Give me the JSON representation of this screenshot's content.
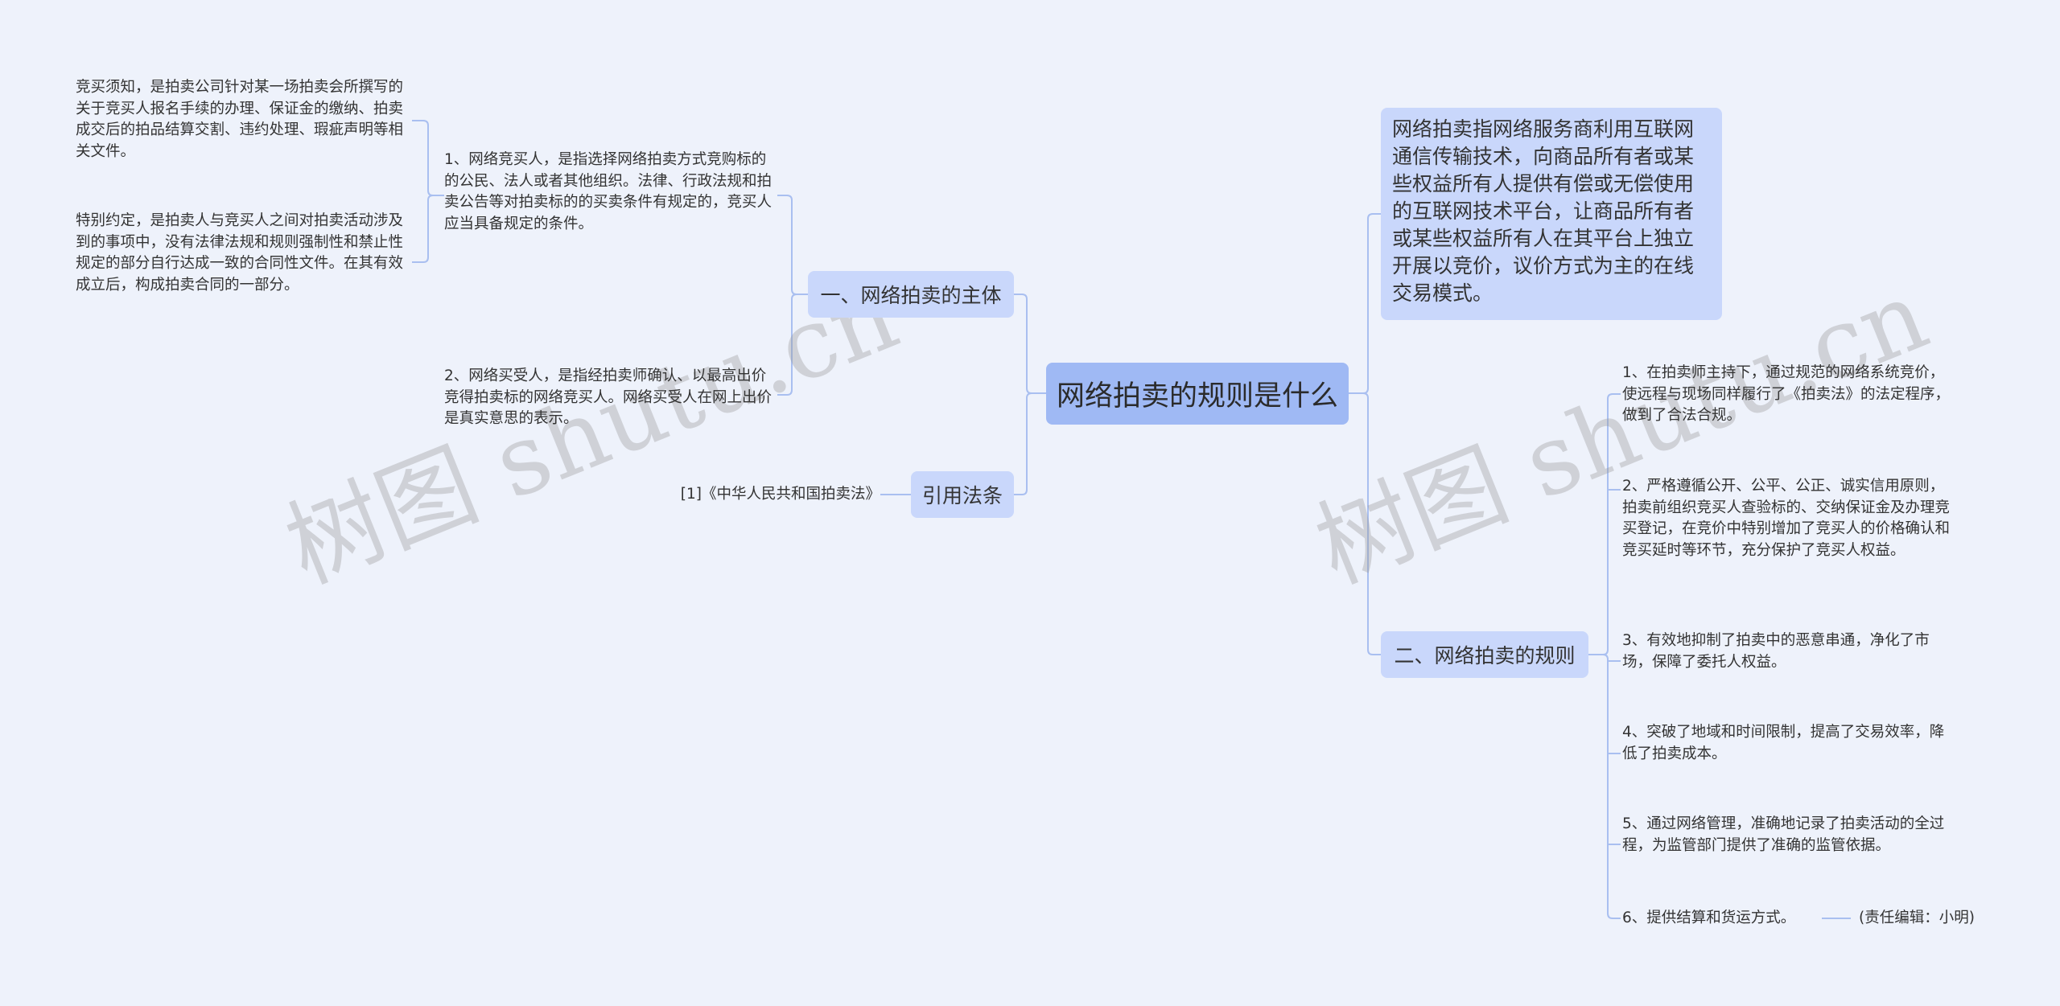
{
  "central": "网络拍卖的规则是什么",
  "branches": {
    "subject": "一、网络拍卖的主体",
    "law": "引用法条",
    "rules": "二、网络拍卖的规则"
  },
  "definition": "网络拍卖指网络服务商利用互联网通信传输技术，向商品所有者或某些权益所有人提供有偿或无偿使用的互联网技术平台，让商品所有者或某些权益所有人在其平台上独立开展以竞价，议价方式为主的在线交易模式。",
  "subject_items": {
    "bidder": "1、网络竞买人，是指选择网络拍卖方式竞购标的的公民、法人或者其他组织。法律、行政法规和拍卖公告等对拍卖标的的买卖条件有规定的，竞买人应当具备规定的条件。",
    "buyer": "2、网络买受人，是指经拍卖师确认、以最高出价竞得拍卖标的网络竞买人。网络买受人在网上出价是真实意思的表示。"
  },
  "bidder_details": {
    "notice": "竞买须知，是拍卖公司针对某一场拍卖会所撰写的关于竞买人报名手续的办理、保证金的缴纳、拍卖成交后的拍品结算交割、违约处理、瑕疵声明等相关文件。",
    "agreement": "特别约定，是拍卖人与竞买人之间对拍卖活动涉及到的事项中，没有法律法规和规则强制性和禁止性规定的部分自行达成一致的合同性文件。在其有效成立后，构成拍卖合同的一部分。"
  },
  "law_item": "[1]《中华人民共和国拍卖法》",
  "rules_items": [
    "1、在拍卖师主持下，通过规范的网络系统竞价，使远程与现场同样履行了《拍卖法》的法定程序，做到了合法合规。",
    "2、严格遵循公开、公平、公正、诚实信用原则，拍卖前组织竞买人查验标的、交纳保证金及办理竞买登记，在竞价中特别增加了竞买人的价格确认和竞买延时等环节，充分保护了竞买人权益。",
    "3、有效地抑制了拍卖中的恶意串通，净化了市场，保障了委托人权益。",
    "4、突破了地域和时间限制，提高了交易效率，降低了拍卖成本。",
    "5、通过网络管理，准确地记录了拍卖活动的全过程，为监管部门提供了准确的监管依据。",
    "6、提供结算和货运方式。"
  ],
  "editor_note": "(责任编辑：小明)",
  "watermarks": [
    "树图 shutu.cn",
    "树图 shutu.cn"
  ],
  "colors": {
    "background": "#eef2fb",
    "central_fill": "#9fb9f4",
    "branch_fill": "#c9d7fb",
    "connector": "#a9bff0"
  }
}
